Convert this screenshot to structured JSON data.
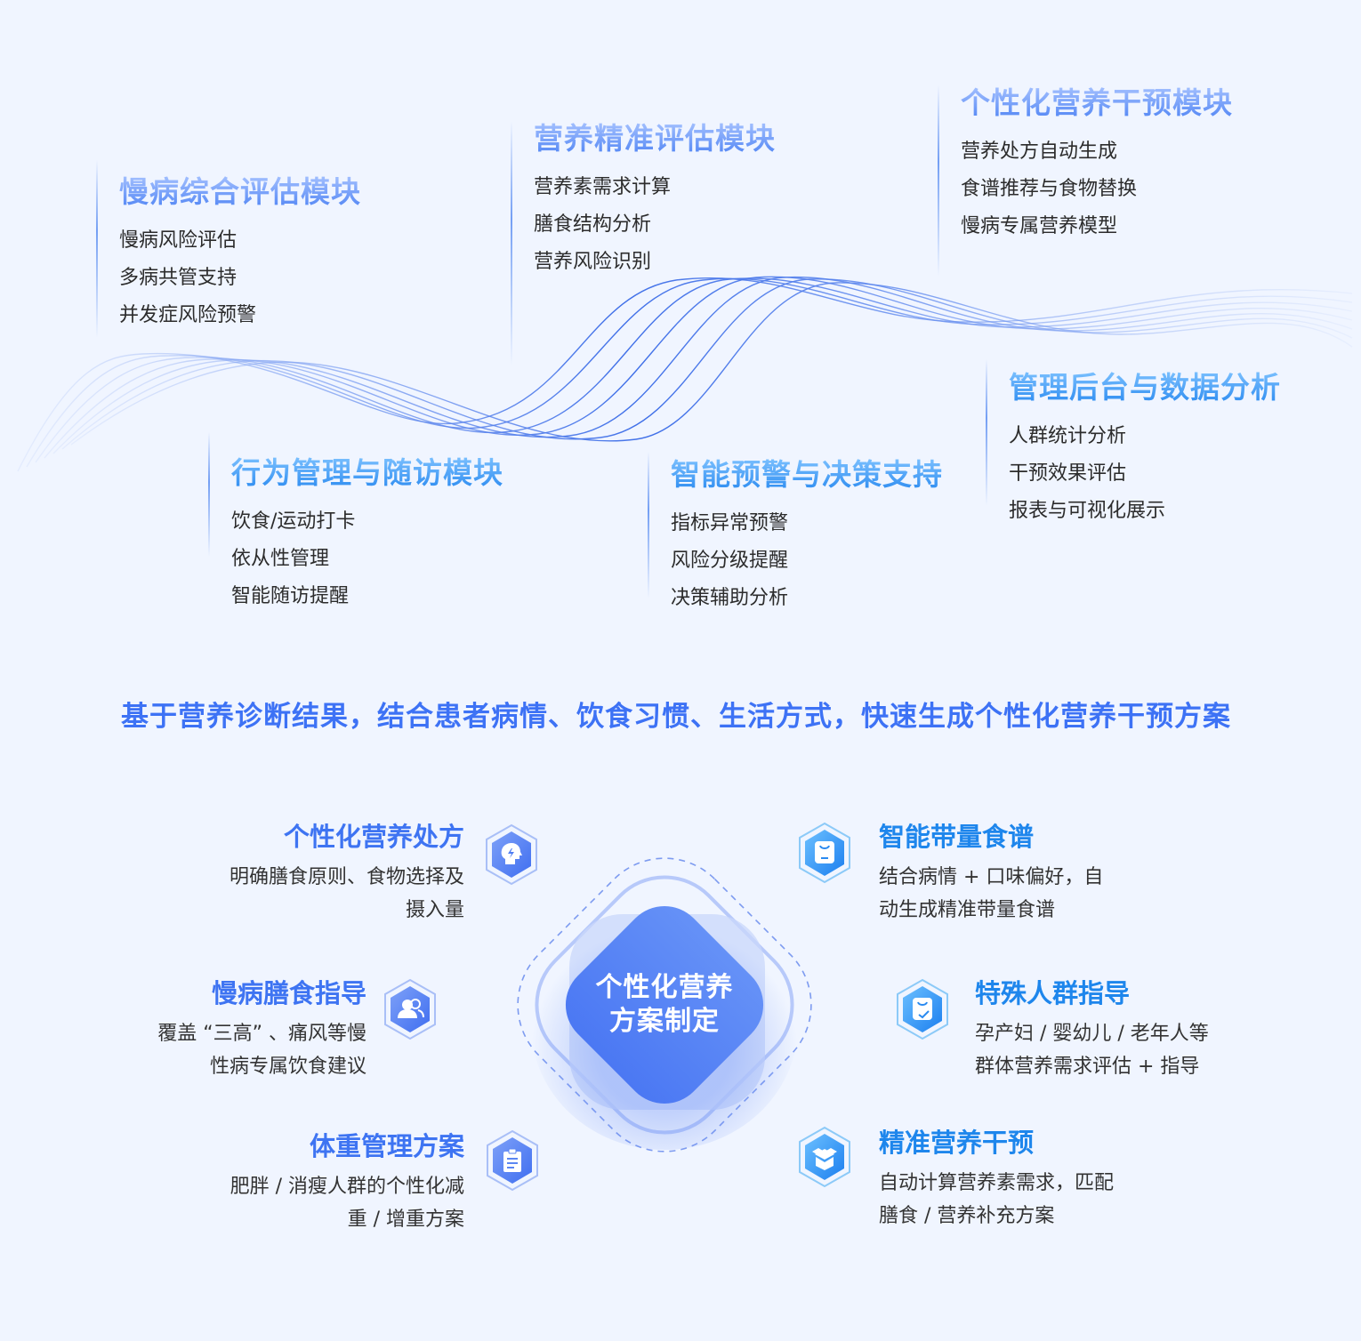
{
  "modules": [
    {
      "title": "慢病综合评估模块",
      "items": [
        "慢病风险评估",
        "多病共管支持",
        "并发症风险预警"
      ]
    },
    {
      "title": "营养精准评估模块",
      "items": [
        "营养素需求计算",
        "膳食结构分析",
        "营养风险识别"
      ]
    },
    {
      "title": "个性化营养干预模块",
      "items": [
        "营养处方自动生成",
        "食谱推荐与食物替换",
        "慢病专属营养模型"
      ]
    },
    {
      "title": "行为管理与随访模块",
      "items": [
        "饮食/运动打卡",
        "依从性管理",
        "智能随访提醒"
      ]
    },
    {
      "title": "智能预警与决策支持",
      "items": [
        "指标异常预警",
        "风险分级提醒",
        "决策辅助分析"
      ]
    },
    {
      "title": "管理后台与数据分析",
      "items": [
        "人群统计分析",
        "干预效果评估",
        "报表与可视化展示"
      ]
    }
  ],
  "tagline": "基于营养诊断结果，结合患者病情、饮食习惯、生活方式，快速生成个性化营养干预方案",
  "center": {
    "line1": "个性化营养",
    "line2": "方案制定"
  },
  "features": {
    "left": [
      {
        "title": "个性化营养处方",
        "desc_line1": "明确膳食原则、食物选择及",
        "desc_line2": "摄入量",
        "icon": "head-lightning-icon"
      },
      {
        "title": "慢病膳食指导",
        "desc_line1": "覆盖 “三高” 、痛风等慢",
        "desc_line2": "性病专属饮食建议",
        "icon": "users-icon"
      },
      {
        "title": "体重管理方案",
        "desc_line1": "肥胖 / 消瘦人群的个性化减",
        "desc_line2": "重 / 增重方案",
        "icon": "clipboard-icon"
      }
    ],
    "right": [
      {
        "title": "智能带量食谱",
        "desc_line1": "结合病情 + 口味偏好，自",
        "desc_line2": "动生成精准带量食谱",
        "icon": "bag-icon"
      },
      {
        "title": "特殊人群指导",
        "desc_line1": "孕产妇 / 婴幼儿 / 老年人等",
        "desc_line2": "群体营养需求评估 + 指导",
        "icon": "bag-check-icon"
      },
      {
        "title": "精准营养干预",
        "desc_line1": "自动计算营养素需求，匹配",
        "desc_line2": "膳食 / 营养补充方案",
        "icon": "box-open-icon"
      }
    ]
  },
  "colors": {
    "background": "#f0f5ff",
    "primary_blue": "#3e74f2",
    "cyan_blue": "#1e86ec",
    "text_dark": "#2c2c2c"
  }
}
